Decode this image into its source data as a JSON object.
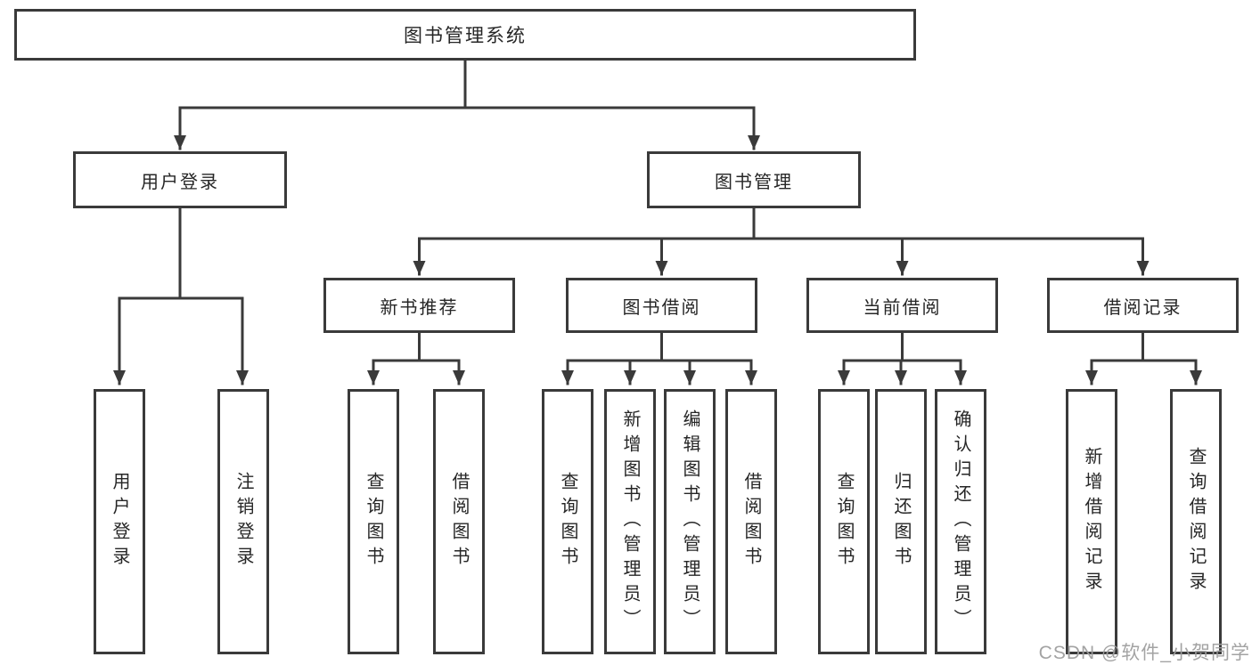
{
  "diagram": {
    "title": "图书管理系统",
    "level1": [
      {
        "label": "用户登录"
      },
      {
        "label": "图书管理"
      }
    ],
    "user_login_children": [
      {
        "label": "用户登录"
      },
      {
        "label": "注销登录"
      }
    ],
    "modules": [
      {
        "label": "新书推荐",
        "children": [
          {
            "label": "查询图书"
          },
          {
            "label": "借阅图书"
          }
        ]
      },
      {
        "label": "图书借阅",
        "children": [
          {
            "label": "查询图书"
          },
          {
            "label": "新增图书（管理员）"
          },
          {
            "label": "编辑图书（管理员）"
          },
          {
            "label": "借阅图书"
          }
        ]
      },
      {
        "label": "当前借阅",
        "children": [
          {
            "label": "查询图书"
          },
          {
            "label": "归还图书"
          },
          {
            "label": "确认归还（管理员）"
          }
        ]
      },
      {
        "label": "借阅记录",
        "children": [
          {
            "label": "新增借阅记录"
          },
          {
            "label": "查询借阅记录"
          }
        ]
      }
    ]
  },
  "watermark": {
    "text": "CSDN @软件_小贺同学"
  },
  "colors": {
    "line": "#3a3a3a",
    "box_border": "#3a3a3a",
    "box_fill": "#ffffff",
    "text": "#262626",
    "watermark": "#9e9e9e"
  }
}
